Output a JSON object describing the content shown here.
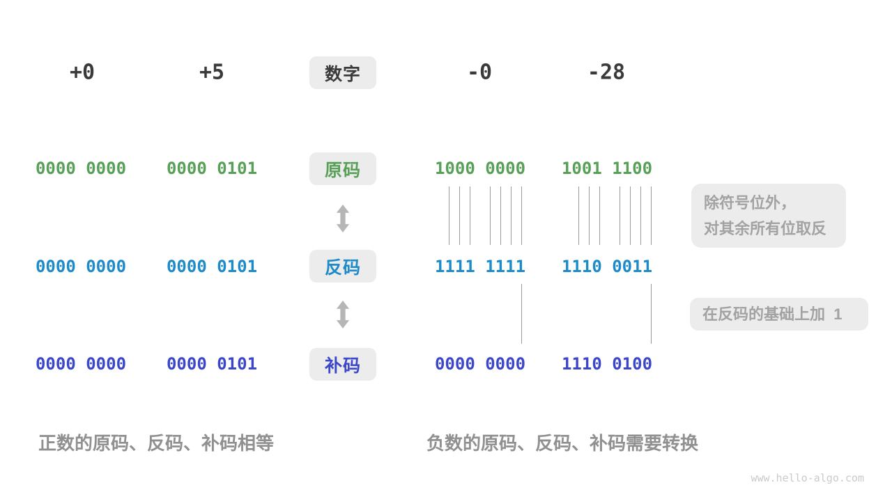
{
  "title_badge": "数字",
  "column_headers": [
    "+0",
    "+5",
    "-0",
    "-28"
  ],
  "rows": [
    {
      "name": "sign-magnitude",
      "badge": "原码",
      "color": "#58a058",
      "values": [
        "0000 0000",
        "0000 0101",
        "1000 0000",
        "1001 1100"
      ]
    },
    {
      "name": "ones-complement",
      "badge": "反码",
      "color": "#1d8ac9",
      "values": [
        "0000 0000",
        "0000 0101",
        "1111 1111",
        "1110 0011"
      ]
    },
    {
      "name": "twos-complement",
      "badge": "补码",
      "color": "#3b46c9",
      "values": [
        "0000 0000",
        "0000 0101",
        "0000 0000",
        "1110 0100"
      ]
    }
  ],
  "annotations": {
    "invert_line1": "除符号位外，",
    "invert_line2": "对其余所有位取反",
    "add_one": "在反码的基础上加  1"
  },
  "captions": {
    "positive": "正数的原码、反码、补码相等",
    "negative": "负数的原码、反码、补码需要转换"
  },
  "watermark": "www.hello-algo.com",
  "colors": {
    "badge_background": "#ececec",
    "header_text": "#3a3a3a",
    "sign_magnitude": "#58a058",
    "ones_complement": "#1d8ac9",
    "twos_complement": "#3b46c9",
    "annotation_text": "#a2a2a2",
    "caption_text": "#909090",
    "arrow": "#b6b6b6",
    "connector_line": "#9a9a9a",
    "watermark_text": "#cacaca"
  }
}
